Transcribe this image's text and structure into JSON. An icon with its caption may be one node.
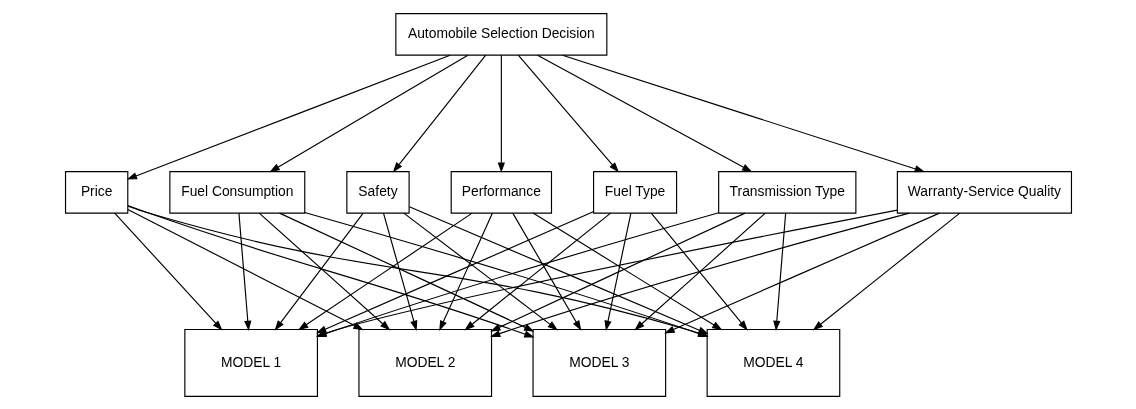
{
  "diagram": {
    "nodes": [
      {
        "text": [
          "Automobile Selection Decision"
        ]
      },
      {
        "text": [
          "Price"
        ]
      },
      {
        "text": [
          "Fuel Consumption"
        ]
      },
      {
        "text": [
          "Safety"
        ]
      },
      {
        "text": [
          "Performance"
        ]
      },
      {
        "text": [
          "Fuel Type"
        ]
      },
      {
        "text": [
          "Transmission Type"
        ]
      },
      {
        "text": [
          "Warranty-Service Quality"
        ]
      },
      {
        "text": [
          "MODEL 1"
        ]
      },
      {
        "text": [
          "MODEL 2"
        ]
      },
      {
        "text": [
          "MODEL 3"
        ]
      },
      {
        "text": [
          "MODEL 4"
        ]
      }
    ],
    "edges": [
      {
        "from": 0,
        "to": 1,
        "arrow": "to"
      },
      {
        "from": 0,
        "to": 2,
        "arrow": "to"
      },
      {
        "from": 0,
        "to": 3,
        "arrow": "to"
      },
      {
        "from": 0,
        "to": 4,
        "arrow": "to"
      },
      {
        "from": 0,
        "to": 5,
        "arrow": "to"
      },
      {
        "from": 0,
        "to": 6,
        "arrow": "to"
      },
      {
        "from": 0,
        "to": 7,
        "arrow": "to"
      },
      {
        "from": 1,
        "to": 8,
        "arrow": "to"
      },
      {
        "from": 1,
        "to": 9,
        "arrow": "to"
      },
      {
        "from": 1,
        "to": 10,
        "arrow": "to"
      },
      {
        "from": 1,
        "to": 11,
        "arrow": "to"
      },
      {
        "from": 2,
        "to": 8,
        "arrow": "to"
      },
      {
        "from": 2,
        "to": 9,
        "arrow": "to"
      },
      {
        "from": 2,
        "to": 10,
        "arrow": "to"
      },
      {
        "from": 2,
        "to": 11,
        "arrow": "to"
      },
      {
        "from": 3,
        "to": 8,
        "arrow": "to"
      },
      {
        "from": 3,
        "to": 9,
        "arrow": "to"
      },
      {
        "from": 3,
        "to": 10,
        "arrow": "to"
      },
      {
        "from": 3,
        "to": 11,
        "arrow": "to"
      },
      {
        "from": 4,
        "to": 8,
        "arrow": "to"
      },
      {
        "from": 4,
        "to": 9,
        "arrow": "to"
      },
      {
        "from": 4,
        "to": 10,
        "arrow": "to"
      },
      {
        "from": 4,
        "to": 11,
        "arrow": "to"
      },
      {
        "from": 5,
        "to": 8,
        "arrow": "to"
      },
      {
        "from": 5,
        "to": 9,
        "arrow": "to"
      },
      {
        "from": 5,
        "to": 10,
        "arrow": "to"
      },
      {
        "from": 5,
        "to": 11,
        "arrow": "to"
      },
      {
        "from": 6,
        "to": 8,
        "arrow": "to"
      },
      {
        "from": 6,
        "to": 9,
        "arrow": "to"
      },
      {
        "from": 6,
        "to": 10,
        "arrow": "to"
      },
      {
        "from": 6,
        "to": 11,
        "arrow": "to"
      },
      {
        "from": 7,
        "to": 8,
        "arrow": "to"
      },
      {
        "from": 7,
        "to": 9,
        "arrow": "to"
      },
      {
        "from": 7,
        "to": 10,
        "arrow": "to"
      },
      {
        "from": 7,
        "to": 11,
        "arrow": "to"
      }
    ]
  }
}
